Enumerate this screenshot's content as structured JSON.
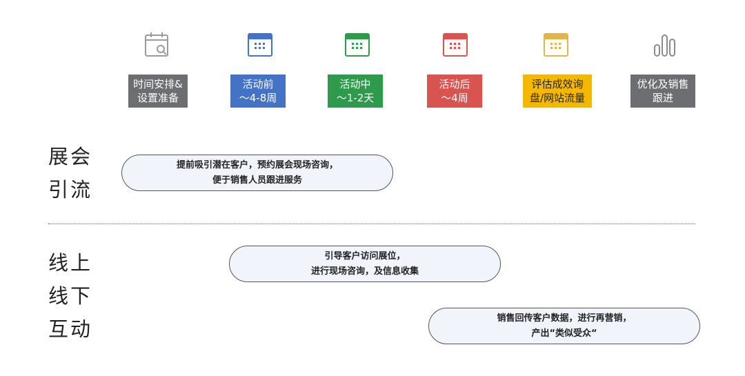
{
  "phases": [
    {
      "label": "时间安排&\n设置准备",
      "color": "#6d6e71",
      "icon": "calendar-search-icon"
    },
    {
      "label": "活动前\n～4-8周",
      "color": "#4472c4",
      "icon": "calendar-icon"
    },
    {
      "label": "活动中\n～1-2天",
      "color": "#2e9a4c",
      "icon": "calendar-icon"
    },
    {
      "label": "活动后\n～4周",
      "color": "#d9534f",
      "icon": "calendar-icon"
    },
    {
      "label": "评估成效询\n盘/网站流量",
      "color": "#f5b800",
      "icon": "calendar-icon"
    },
    {
      "label": "优化及销售\n跟进",
      "color": "#6d6e71",
      "icon": "bar-chart-icon"
    }
  ],
  "sections": [
    {
      "title": "展会\n引流"
    },
    {
      "title": "线上\n线下\n互动"
    }
  ],
  "pills": [
    {
      "text": "提前吸引潜在客户，预约展会现场咨询，\n便于销售人员跟进服务"
    },
    {
      "text": "引导客户访问展位，\n进行现场咨询，及信息收集"
    },
    {
      "text": "销售回传客户数据，进行再营销，\n产出“类似受众“"
    }
  ]
}
